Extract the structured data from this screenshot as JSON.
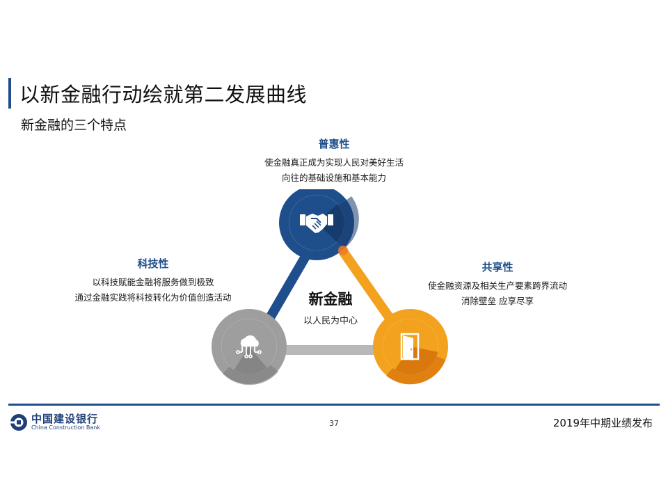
{
  "header": {
    "title": "以新金融行动绘就第二发展曲线",
    "subtitle": "新金融的三个特点"
  },
  "features": {
    "top": {
      "title": "普惠性",
      "lines": [
        "使金融真正成为实现人民对美好生活",
        "向往的基础设施和基本能力"
      ],
      "icon": "handshake-icon"
    },
    "left": {
      "title": "科技性",
      "lines": [
        "以科技赋能金融将服务做到极致",
        "通过金融实践将科技转化为价值创造活动"
      ],
      "icon": "cloud-network-icon"
    },
    "right": {
      "title": "共享性",
      "lines": [
        "使金融资源及相关生产要素跨界流动",
        "消除壁垒 应享尽享"
      ],
      "icon": "open-door-icon"
    }
  },
  "center": {
    "title": "新金融",
    "subtitle": "以人民为中心"
  },
  "colors": {
    "blue": "#1f4e8c",
    "orange": "#f2a21e",
    "gray": "#9e9e9e"
  },
  "footer": {
    "logo_cn": "中国建设银行",
    "logo_en": "China Construction Bank",
    "page_number": "37",
    "right_text": "2019年中期业绩发布"
  }
}
